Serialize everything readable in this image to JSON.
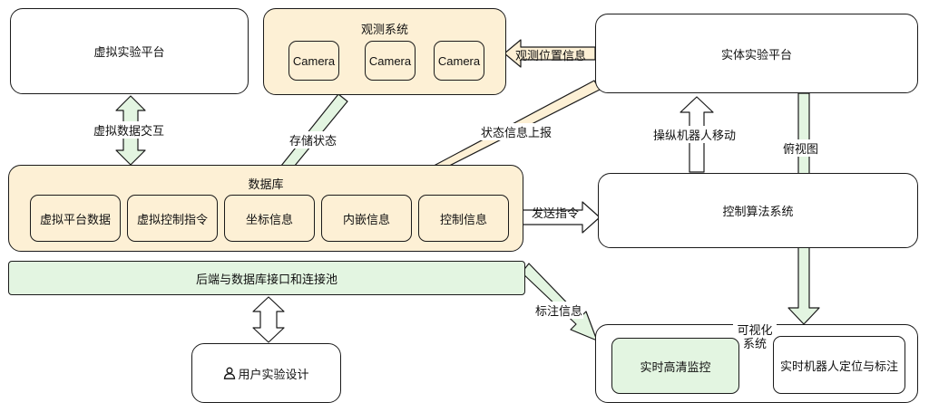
{
  "nodes": {
    "virtual_platform": "虚拟实验平台",
    "observation_system": "观测系统",
    "cameras": [
      "Camera",
      "Camera",
      "Camera"
    ],
    "physical_platform": "实体实验平台",
    "database": "数据库",
    "db_items": [
      "虚拟平台数据",
      "虚拟控制指令",
      "坐标信息",
      "内嵌信息",
      "控制信息"
    ],
    "control_algorithm": "控制算法系统",
    "backend": "后端与数据库接口和连接池",
    "user_design": "用户实验设计",
    "visualization_system": "可视化系统",
    "realtime_monitor": "实时高清监控",
    "robot_localization": "实时机器人定位与标注"
  },
  "edges": {
    "virtual_data_exchange": "虚拟数据交互",
    "store_state": "存储状态",
    "observe_position": "观测位置信息",
    "state_report": "状态信息上报",
    "robot_move": "操纵机器人移动",
    "top_view": "俯视图",
    "send_command": "发送指令",
    "annotation_info": "标注信息"
  },
  "colors": {
    "cream": "#fdf0d5",
    "green": "#e3f5e1",
    "stroke": "#1a1a1a"
  },
  "icons": {
    "user": "user-icon"
  }
}
